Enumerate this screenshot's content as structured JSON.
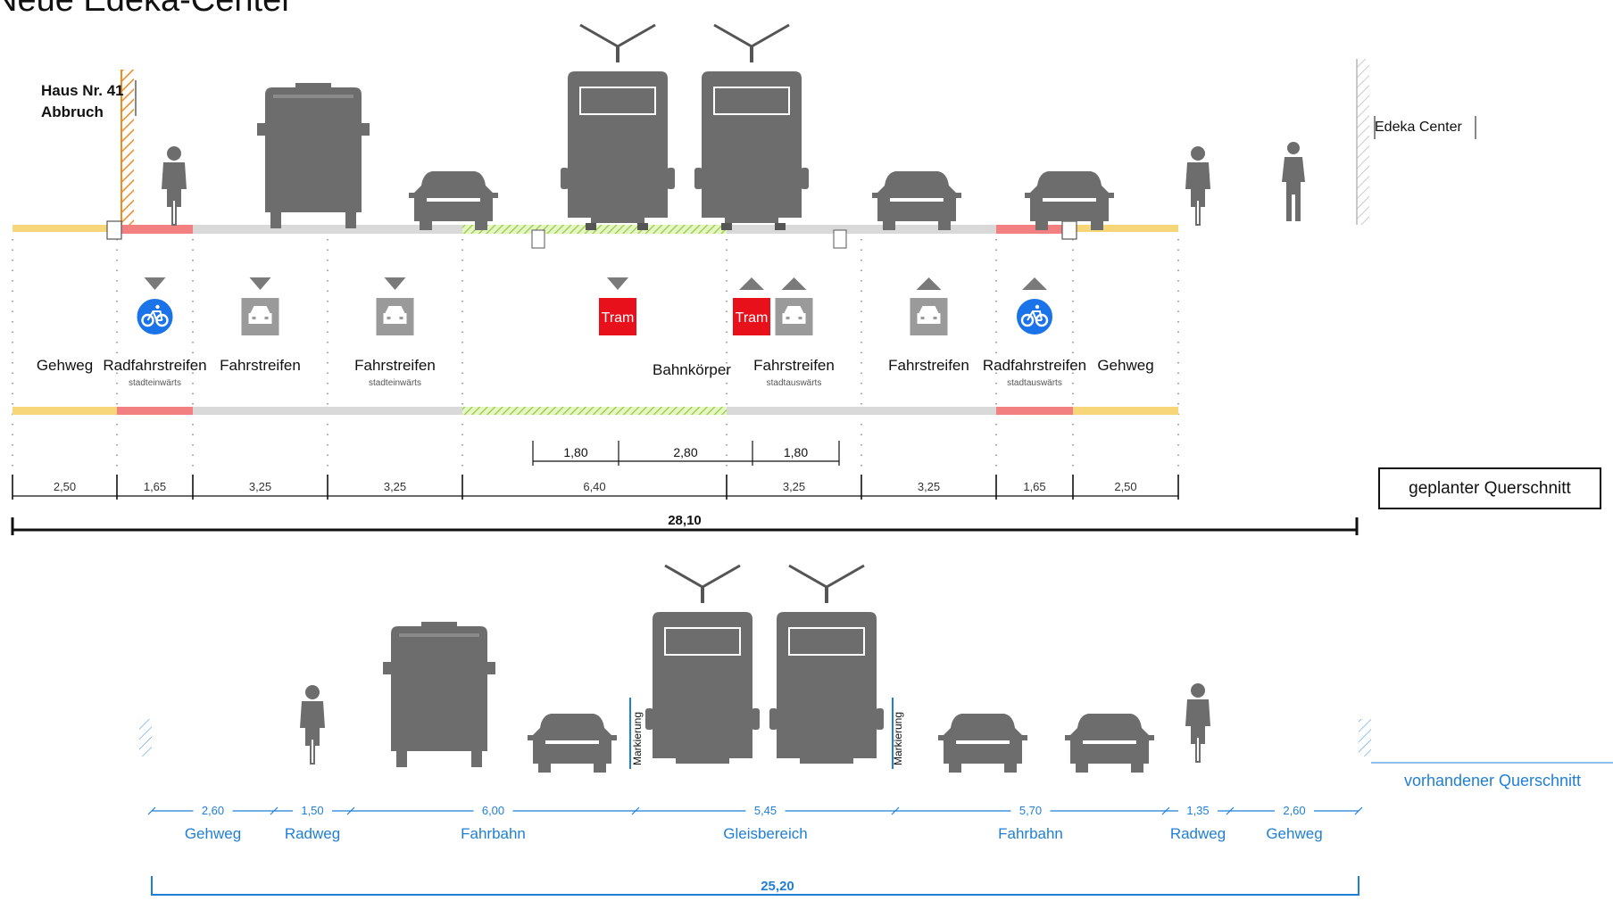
{
  "title": "Neue Edeka-Center",
  "building_left": {
    "line1": "Haus Nr. 41",
    "line2": "Abbruch"
  },
  "building_right": "Edeka Center",
  "planned": {
    "label": "geplanter Querschnitt",
    "lanes": [
      {
        "name": "Gehweg",
        "sub": "",
        "icon": "none",
        "dir": "",
        "color": "#f7d67a",
        "width": "2,50"
      },
      {
        "name": "Radfahrstreifen",
        "sub": "stadteinwärts",
        "icon": "bicycle-sign",
        "dir": "down",
        "color": "#f28080",
        "width": "1,65"
      },
      {
        "name": "Fahrstreifen",
        "sub": "",
        "icon": "car-sign",
        "dir": "down",
        "color": "#d9d9d9",
        "width": "3,25"
      },
      {
        "name": "Fahrstreifen",
        "sub": "stadteinwärts",
        "icon": "car-sign",
        "dir": "down",
        "color": "#d9d9d9",
        "width": "3,25"
      },
      {
        "name": "Bahnkörper",
        "sub": "",
        "icon": "tram-sign",
        "dir": "both",
        "color": "#b6e07a",
        "width": "6,40"
      },
      {
        "name": "Fahrstreifen",
        "sub": "stadtauswärts",
        "icon": "car-sign",
        "dir": "up",
        "color": "#d9d9d9",
        "width": "3,25"
      },
      {
        "name": "Fahrstreifen",
        "sub": "",
        "icon": "car-sign",
        "dir": "up",
        "color": "#d9d9d9",
        "width": "3,25"
      },
      {
        "name": "Radfahrstreifen",
        "sub": "stadtauswärts",
        "icon": "bicycle-sign",
        "dir": "up",
        "color": "#f28080",
        "width": "1,65"
      },
      {
        "name": "Gehweg",
        "sub": "",
        "icon": "none",
        "dir": "",
        "color": "#f7d67a",
        "width": "2,50"
      }
    ],
    "tram_label": "Tram",
    "track_sub_widths": [
      "1,80",
      "2,80",
      "1,80"
    ],
    "total_width": "28,10"
  },
  "existing": {
    "label": "vorhandener Querschnitt",
    "marking_label": "Markierung",
    "sections": [
      {
        "name": "Gehweg",
        "width": "2,60"
      },
      {
        "name": "Radweg",
        "width": "1,50"
      },
      {
        "name": "Fahrbahn",
        "width": "6,00"
      },
      {
        "name": "Gleisbereich",
        "width": "5,45"
      },
      {
        "name": "Fahrbahn",
        "width": "5,70"
      },
      {
        "name": "Radweg",
        "width": "1,35"
      },
      {
        "name": "Gehweg",
        "width": "2,60"
      }
    ],
    "total_width": "25,20"
  },
  "colors": {
    "vehicle": "#6d6d6d",
    "blue_annotation": "#1f7fd6",
    "bike_sign": "#1a73e8",
    "tram_sign": "#e8101a",
    "car_sign": "#9a9a9a",
    "sidewalk": "#f7d67a",
    "cycle_lane": "#f28080",
    "road": "#d9d9d9",
    "track": "#b6e07a",
    "building_left_hatch": "#f08a24",
    "building_right_hatch": "#b0b0b0"
  }
}
